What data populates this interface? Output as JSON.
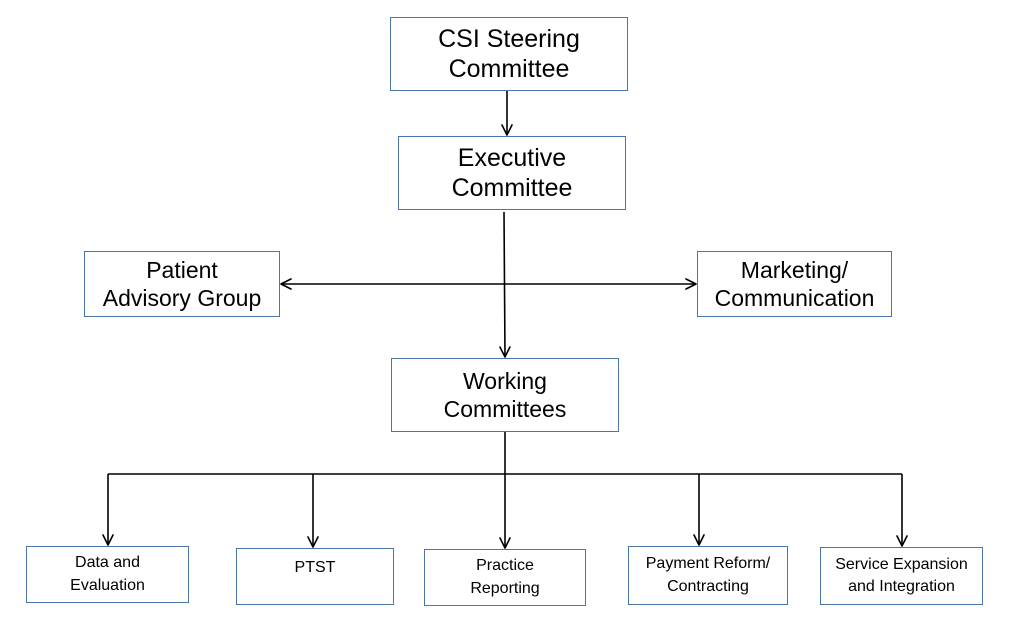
{
  "diagram": {
    "nodes": {
      "steering": "CSI Steering\nCommittee",
      "executive": "Executive\nCommittee",
      "patient": "Patient\nAdvisory Group",
      "marketing": "Marketing/\nCommunication",
      "working": "Working\nCommittees",
      "data": "Data and\nEvaluation",
      "ptst": "PTST",
      "practice": "Practice\nReporting",
      "payment": "Payment Reform/\nContracting",
      "service": "Service Expansion\nand Integration"
    },
    "edges": [
      {
        "from": "steering",
        "to": "executive"
      },
      {
        "from": "executive",
        "to": "working"
      },
      {
        "from": "executive",
        "to": "patient"
      },
      {
        "from": "executive",
        "to": "marketing"
      },
      {
        "from": "working",
        "to": "data"
      },
      {
        "from": "working",
        "to": "ptst"
      },
      {
        "from": "working",
        "to": "practice"
      },
      {
        "from": "working",
        "to": "payment"
      },
      {
        "from": "working",
        "to": "service"
      }
    ],
    "colors": {
      "box_border": "#4a77a8",
      "connector": "#000000",
      "text": "#000000",
      "background": "#ffffff"
    }
  }
}
